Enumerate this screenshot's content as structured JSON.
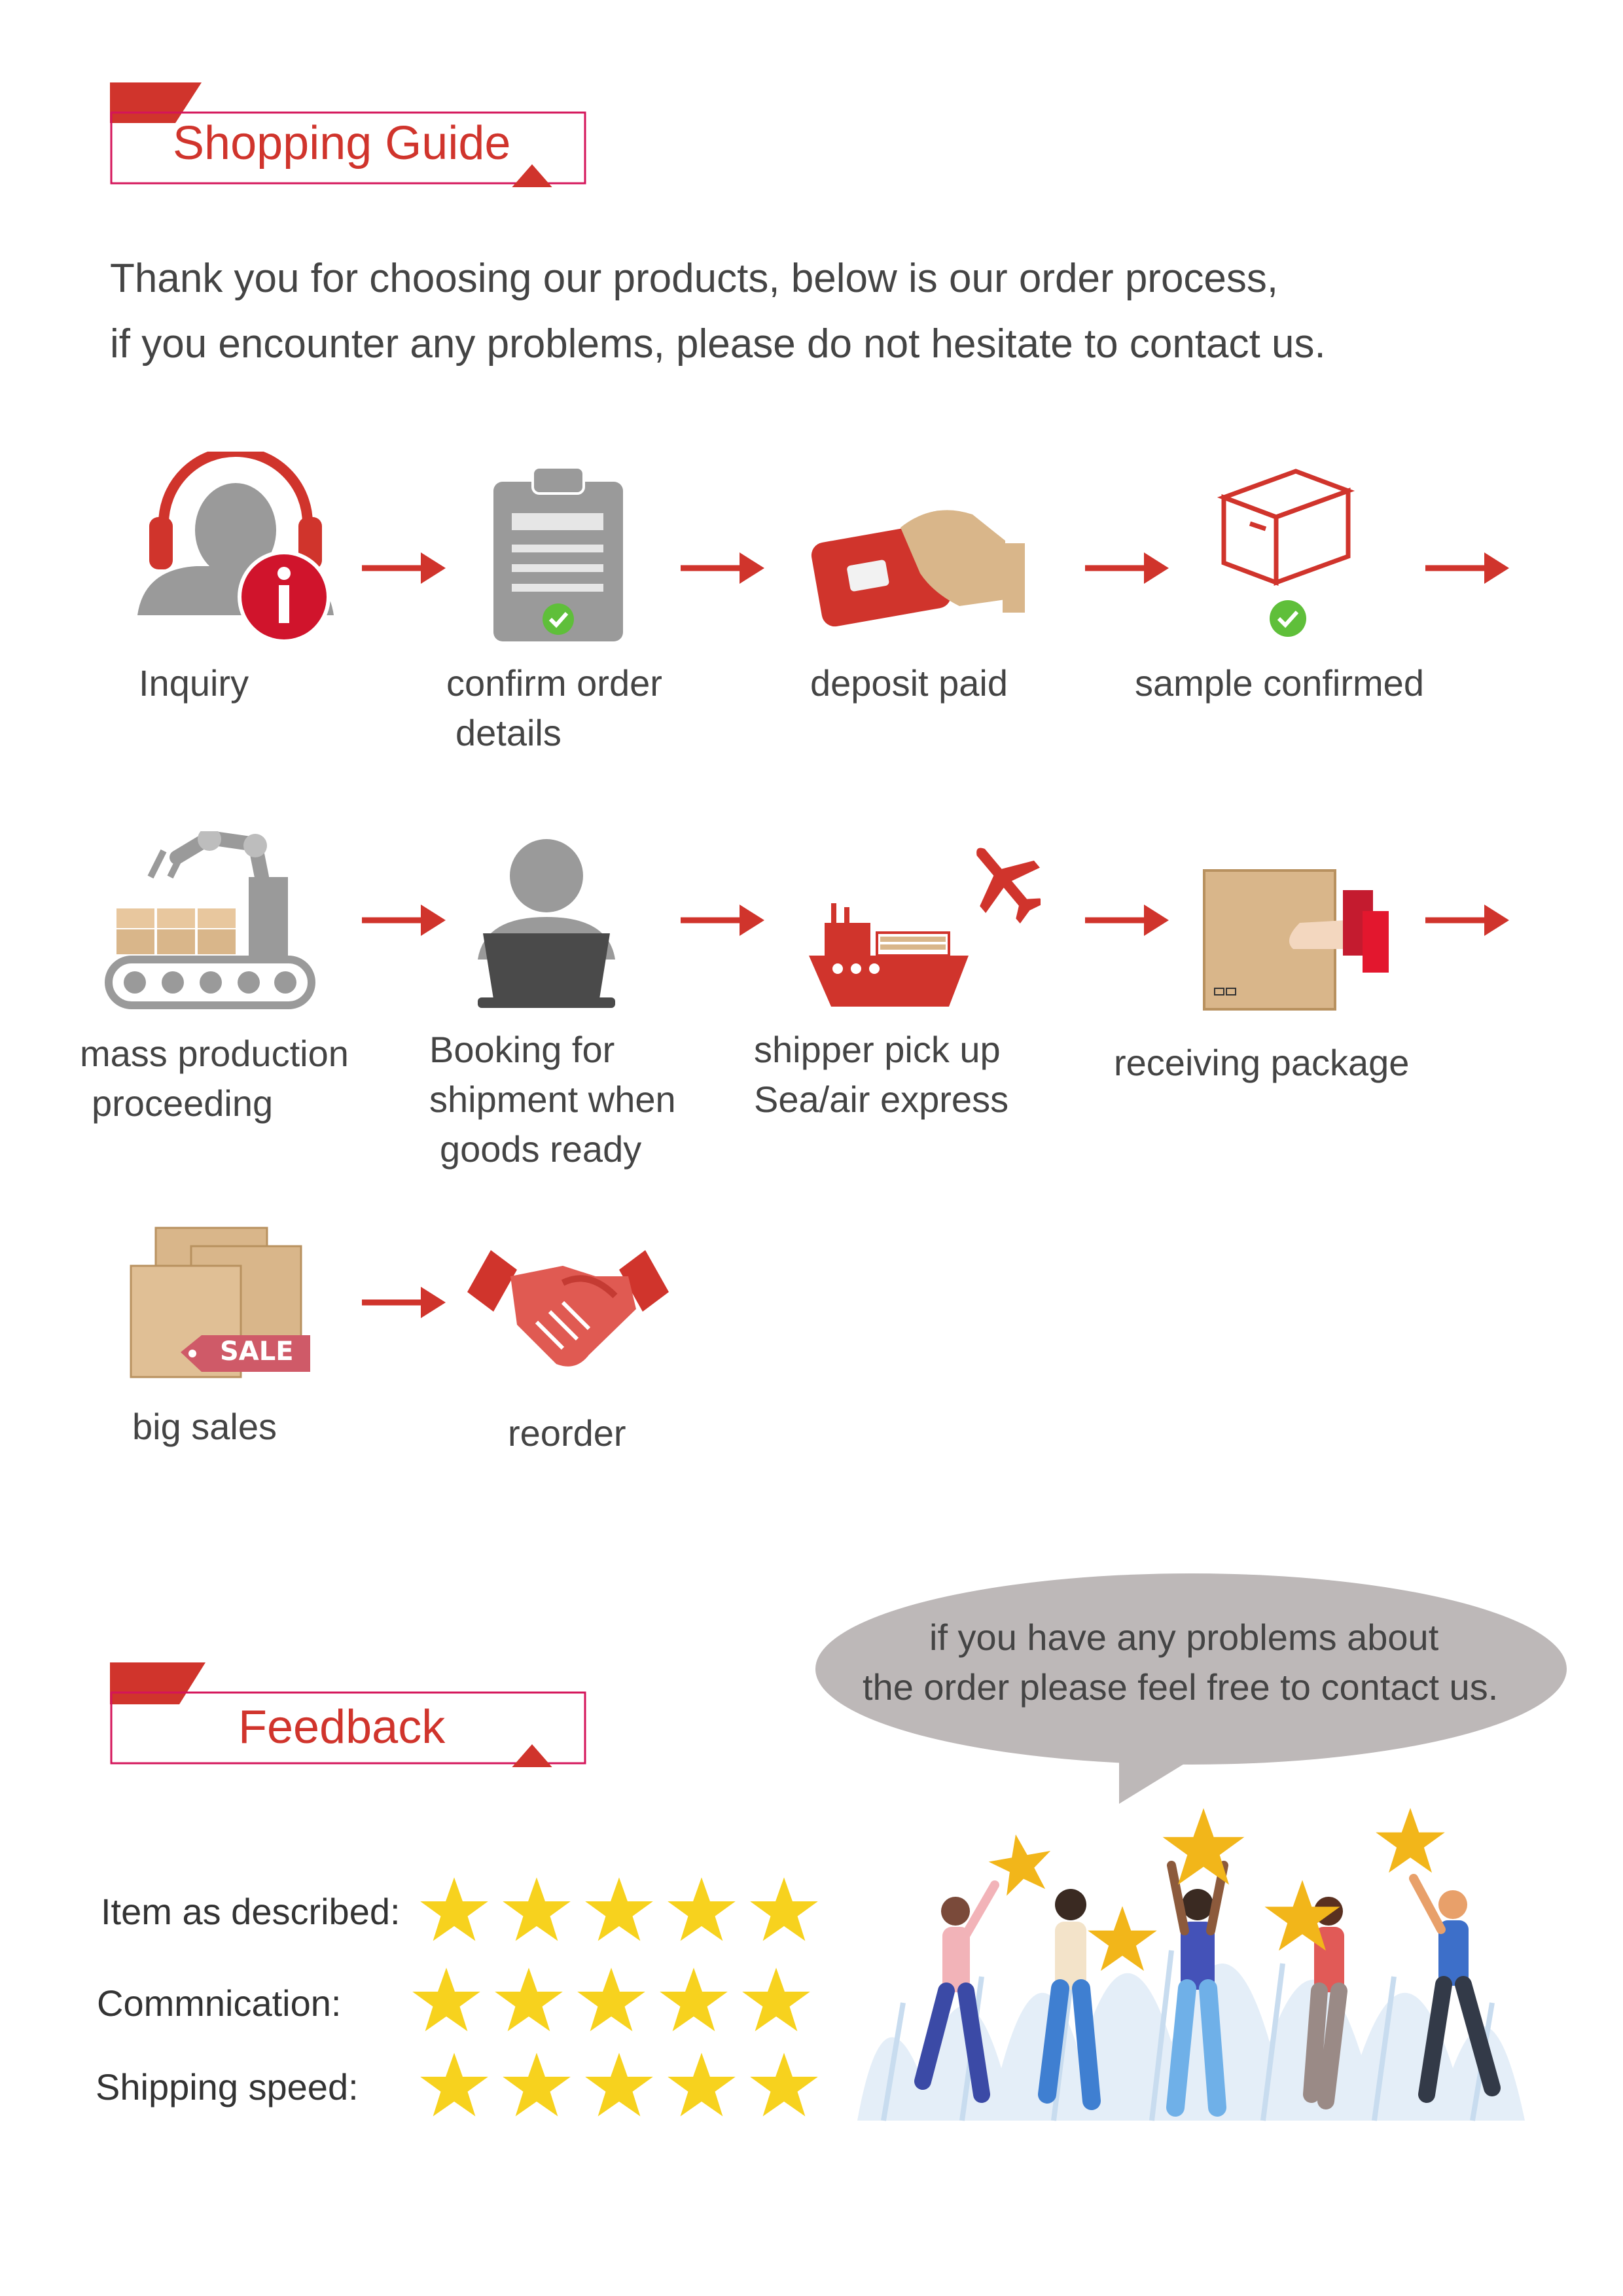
{
  "shopping_guide": {
    "title": "Shopping Guide",
    "intro_line1": "Thank you for choosing our products, below is our order process,",
    "intro_line2": "if you encounter any problems, please do not hesitate to contact us."
  },
  "steps": {
    "inquiry": "Inquiry",
    "confirm_line1": "confirm order",
    "confirm_line2": "details",
    "deposit": "deposit paid",
    "sample": "sample confirmed",
    "mass_line1": "mass production",
    "mass_line2": "proceeding",
    "booking_line1": "Booking for",
    "booking_line2": "shipment when",
    "booking_line3": "goods ready",
    "shipper_line1": "shipper pick up",
    "shipper_line2": "Sea/air express",
    "receiving": "receiving package",
    "big_sales": "big sales",
    "sale_tag": "SALE",
    "reorder": "reorder"
  },
  "feedback": {
    "title": "Feedback",
    "bubble_line1": "if you have any problems about",
    "bubble_line2": "the order please feel free to contact us.",
    "ratings": [
      {
        "label": "Item as described:",
        "stars": 5
      },
      {
        "label": "Commnication:",
        "stars": 5
      },
      {
        "label": "Shipping speed:",
        "stars": 5
      }
    ]
  },
  "colors": {
    "accent_red": "#d0342c",
    "frame_pink": "#d4145a",
    "star_yellow": "#f7d21e",
    "grey_icon": "#9a9a9a",
    "box_tan": "#d9b68a"
  },
  "icons": [
    "headset-person-icon",
    "info-icon",
    "clipboard-icon",
    "check-icon",
    "card-payment-icon",
    "package-box-icon",
    "robot-arm-conveyor-icon",
    "laptop-user-icon",
    "ship-icon",
    "airplane-icon",
    "receive-package-icon",
    "boxes-sale-icon",
    "handshake-icon",
    "star-icon",
    "speech-bubble",
    "people-with-stars-illustration"
  ]
}
